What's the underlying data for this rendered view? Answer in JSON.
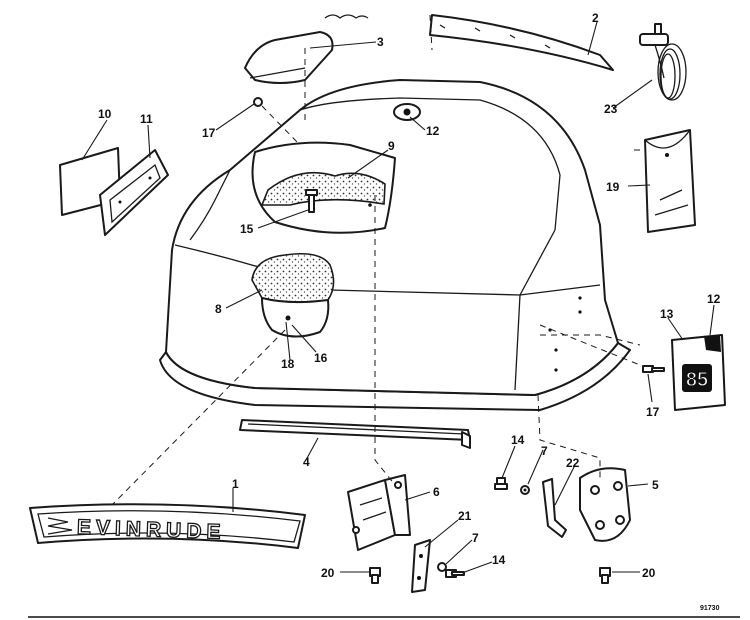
{
  "diagram": {
    "brand_text": "EVINRUDE",
    "badge_text": "85",
    "drawing_code": "91730",
    "callouts": {
      "p1": "1",
      "p2": "2",
      "p3": "3",
      "p4": "4",
      "p5": "5",
      "p6": "6",
      "p7a": "7",
      "p7b": "7",
      "p8": "8",
      "p9": "9",
      "p10": "10",
      "p11": "11",
      "p12a": "12",
      "p12b": "12",
      "p13": "13",
      "p14a": "14",
      "p14b": "14",
      "p15": "15",
      "p16": "16",
      "p17a": "17",
      "p17b": "17",
      "p18": "18",
      "p19": "19",
      "p20a": "20",
      "p20b": "20",
      "p21": "21",
      "p22": "22",
      "p23": "23"
    }
  }
}
